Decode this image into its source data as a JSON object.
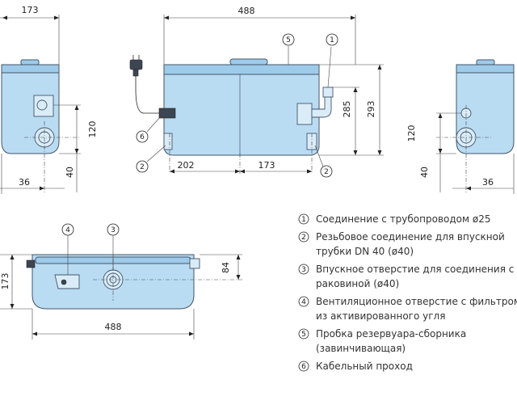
{
  "dimensions": {
    "side_left_width": "173",
    "front_width": "488",
    "front_height_inner": "285",
    "front_height_total": "293",
    "left_inlet_height": "120",
    "left_inlet_bottom": "40",
    "left_inlet_side": "36",
    "right_inlet_height": "120",
    "right_inlet_bottom": "40",
    "right_inlet_side": "36",
    "front_bottom_left": "202",
    "front_bottom_right": "173",
    "top_depth": "173",
    "top_inlet_offset": "84",
    "top_width": "488"
  },
  "callouts": {
    "c1": "1",
    "c2a": "2",
    "c2b": "2",
    "c3": "3",
    "c4": "4",
    "c5": "5",
    "c6": "6"
  },
  "legend": [
    {
      "num": "1",
      "lines": [
        "Соединение с трубопроводом ø25"
      ]
    },
    {
      "num": "2",
      "lines": [
        "Резьбовое соединение для впускной",
        "трубки DN 40 (ø40)"
      ]
    },
    {
      "num": "3",
      "lines": [
        "Впускное отверстие для соединения с",
        "раковиной (ø40)"
      ]
    },
    {
      "num": "4",
      "lines": [
        "Вентиляционное отверстие с фильтром",
        "из активированного угля"
      ]
    },
    {
      "num": "5",
      "lines": [
        "Пробка резервуара-сборника",
        "(завинчивающая)"
      ]
    },
    {
      "num": "6",
      "lines": [
        "Кабельный проход"
      ]
    }
  ]
}
